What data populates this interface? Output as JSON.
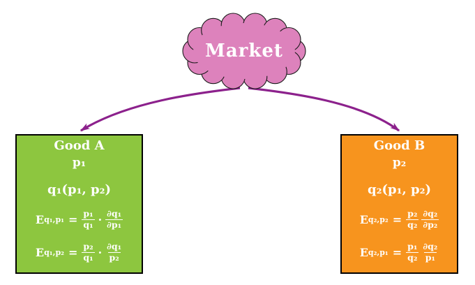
{
  "market": {
    "label": "Market"
  },
  "goodA": {
    "title": "Good A",
    "price": "p₁",
    "demand": "q₁(p₁, p₂)",
    "own_elasticity": {
      "lhs": "E",
      "lhs_sub": "q₁,p₁",
      "eq": "=",
      "f1n": "p₁",
      "f1d": "q₁",
      "op": "·",
      "f2n": "∂q₁",
      "f2d": "∂p₁"
    },
    "cross_elasticity": {
      "lhs": "E",
      "lhs_sub": "q₁,p₂",
      "eq": "=",
      "f1n": "p₂",
      "f1d": "q₁",
      "op": "·",
      "f2n": "∂q₁",
      "f2d": "p₂"
    }
  },
  "goodB": {
    "title": "Good B",
    "price": "p₂",
    "demand": "q₂(p₁, p₂)",
    "own_elasticity": {
      "lhs": "E",
      "lhs_sub": "q₂,p₂",
      "eq": "=",
      "f1n": "p₂",
      "f1d": "q₂",
      "f2n": "∂q₂",
      "f2d": "∂p₂"
    },
    "cross_elasticity": {
      "lhs": "E",
      "lhs_sub": "q₂,p₁",
      "eq": "=",
      "f1n": "p₁",
      "f1d": "q₂",
      "f2n": "∂q₂",
      "f2d": "p₁"
    }
  },
  "colors": {
    "cloud_fill": "#DD82BC",
    "cloud_border": "#1A1A1A",
    "arrow": "#8C218C",
    "good_a_fill": "#8DC63F",
    "good_b_fill": "#F7941E",
    "box_border": "#000000",
    "box_text": "#FFFFFF",
    "market_text": "#FFFFFF"
  }
}
